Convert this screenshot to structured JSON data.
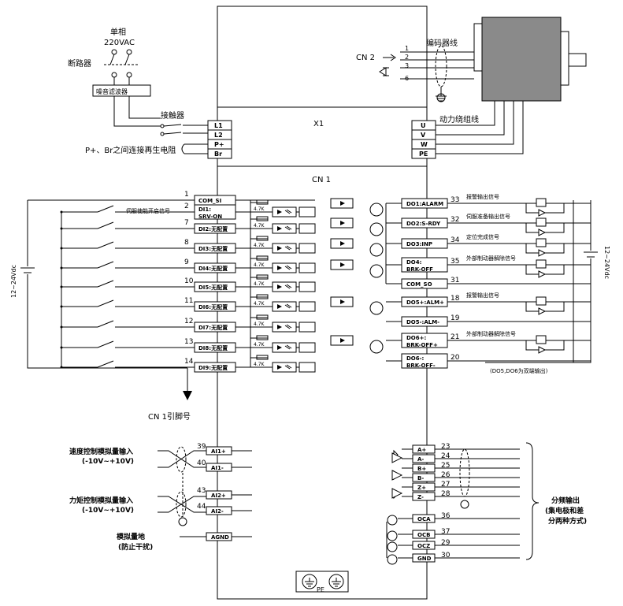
{
  "top": {
    "single_phase": "单相",
    "voltage": "220VAC",
    "breaker": "断路器",
    "noise_filter": "噪音滤波器",
    "contactor": "接触器",
    "regen_resistor_note": "P+、Br之间连接再生电阻",
    "x1": "X1",
    "cn2": "CN 2",
    "encoder_cable": "编码器线",
    "motor_winding": "动力绕组线",
    "power_terminals": [
      "L1",
      "L2",
      "P+",
      "Br"
    ],
    "motor_terminals": [
      "U",
      "V",
      "W",
      "PE"
    ],
    "cn2_pins": [
      "1",
      "2",
      "3",
      "6"
    ]
  },
  "cn1": {
    "title": "CN 1",
    "pin_label": "CN 1引脚号",
    "supply_left": "12~24Vdc",
    "supply_right": "12~24Vdc",
    "enable_note": "伺服使能开启信号",
    "resistor": "4.7K",
    "inputs": [
      {
        "pin": "1",
        "label": "COM_SI"
      },
      {
        "pin": "2",
        "label": "DI1:\nSRV-ON"
      },
      {
        "pin": "7",
        "label": "DI2:无配置"
      },
      {
        "pin": "8",
        "label": "DI3:无配置"
      },
      {
        "pin": "9",
        "label": "DI4:无配置"
      },
      {
        "pin": "10",
        "label": "DI5:无配置"
      },
      {
        "pin": "11",
        "label": "DI6:无配置"
      },
      {
        "pin": "12",
        "label": "DI7:无配置"
      },
      {
        "pin": "13",
        "label": "DI8:无配置"
      },
      {
        "pin": "14",
        "label": "DI9:无配置"
      }
    ],
    "outputs": [
      {
        "pin": "33",
        "label": "DO1:ALARM",
        "note": "报警输出信号"
      },
      {
        "pin": "32",
        "label": "DO2:S-RDY",
        "note": "伺服准备输出信号"
      },
      {
        "pin": "34",
        "label": "DO3:INP",
        "note": "定位完成信号"
      },
      {
        "pin": "35",
        "label": "DO4:\nBRK-OFF",
        "note": "外部制动器解除信号"
      },
      {
        "pin": "31",
        "label": "COM_SO",
        "note": ""
      },
      {
        "pin": "18",
        "label": "DO5+:ALM+",
        "note": "报警输出信号"
      },
      {
        "pin": "19",
        "label": "DO5-:ALM-",
        "note": ""
      },
      {
        "pin": "21",
        "label": "DO6+:\nBRK-OFF+",
        "note": "外部制动器解除信号"
      },
      {
        "pin": "20",
        "label": "DO6-:\nBRK-OFF-",
        "note": ""
      }
    ],
    "diff_note": "(DO5,DO6为双端输出)"
  },
  "analog": {
    "speed_input": "速度控制模拟量输入",
    "speed_range": "(-10V~+10V)",
    "torque_input": "力矩控制模拟量输入",
    "torque_range": "(-10V~+10V)",
    "analog_ground": "模拟量地",
    "anti_interference": "(防止干扰)",
    "pins": [
      {
        "pin": "39",
        "label": "AI1+"
      },
      {
        "pin": "40",
        "label": "AI1-"
      },
      {
        "pin": "43",
        "label": "AI2+"
      },
      {
        "pin": "44",
        "label": "AI2-"
      },
      {
        "pin": "",
        "label": "AGND"
      }
    ]
  },
  "encoder_out": {
    "title1": "分频输出",
    "title2": "(集电极和差",
    "title3": "分两种方式)",
    "pins": [
      {
        "pin": "23",
        "label": "A+"
      },
      {
        "pin": "24",
        "label": "A-"
      },
      {
        "pin": "25",
        "label": "B+"
      },
      {
        "pin": "26",
        "label": "B-"
      },
      {
        "pin": "27",
        "label": "Z+"
      },
      {
        "pin": "28",
        "label": "Z-"
      },
      {
        "pin": "36",
        "label": "OCA"
      },
      {
        "pin": "37",
        "label": "OCB"
      },
      {
        "pin": "29",
        "label": "OCZ"
      },
      {
        "pin": "30",
        "label": "GND"
      }
    ]
  },
  "pe": "PE"
}
